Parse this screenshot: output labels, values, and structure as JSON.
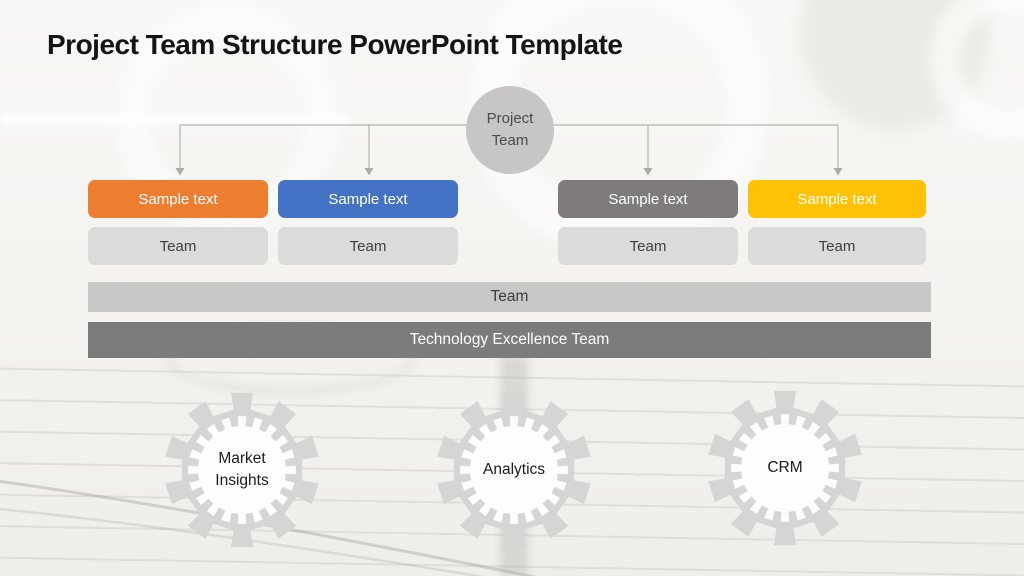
{
  "slide": {
    "title": "Project Team Structure PowerPoint Template"
  },
  "org_chart": {
    "root_label": "Project Team",
    "branches": [
      {
        "label": "Sample text",
        "team": "Team",
        "color": "#ED7D31"
      },
      {
        "label": "Sample text",
        "team": "Team",
        "color": "#4472C4"
      },
      {
        "label": "Sample text",
        "team": "Team",
        "color": "#7E7B7A"
      },
      {
        "label": "Sample text",
        "team": "Team",
        "color": "#FFC103"
      }
    ],
    "full_width_team_bar": "Team",
    "tech_bar": "Technology Excellence Team"
  },
  "gears": [
    {
      "label": "Market Insights"
    },
    {
      "label": "Analytics"
    },
    {
      "label": "CRM"
    }
  ],
  "colors": {
    "orange": "#ED7D31",
    "blue": "#4472C4",
    "dark_gray_box": "#7E7B7A",
    "yellow": "#FFC103",
    "light_team_box": "#DBDBDA",
    "team_bar": "#C8C8C7",
    "tech_bar": "#7C7C7C",
    "root_circle": "#C7C6C4",
    "gear": "#D6D5D3",
    "connector": "#B7B4B0"
  }
}
